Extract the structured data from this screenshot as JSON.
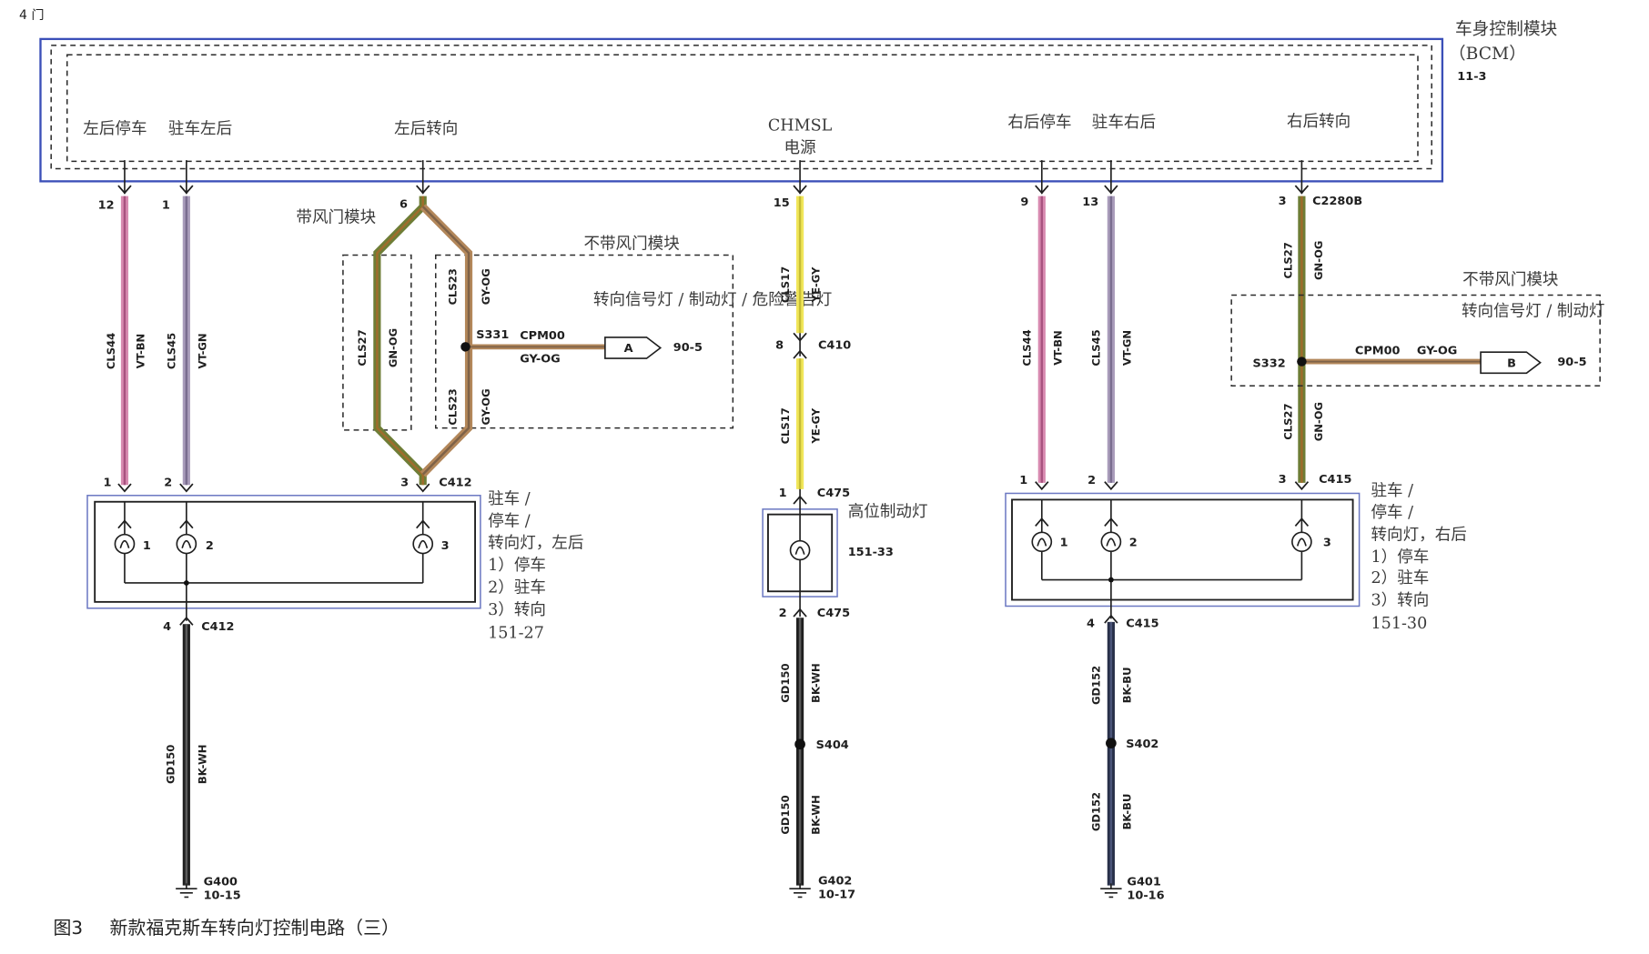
{
  "page_label": "4 门",
  "colors": {
    "bcm_border": "#3b4fb8",
    "lamp_box_border": "#6b78c2"
  },
  "wire_colors": {
    "VT-BN": {
      "base": "#d88ab0",
      "stripe": "#a8527f"
    },
    "VT-GN": {
      "base": "#a99cba",
      "stripe": "#7a6d8f"
    },
    "GN-OG": {
      "base": "#6e7d36",
      "stripe": "#a06c2c"
    },
    "GY-OG": {
      "base": "#b3875a",
      "stripe": "#7e6248"
    },
    "YE-GY": {
      "base": "#f1e65a",
      "stripe": "#c7bd35"
    },
    "BK-WH": {
      "base": "#1f1f1f",
      "stripe": "#5a5a5a"
    },
    "BK-BU": {
      "base": "#283049",
      "stripe": "#4b5579"
    }
  },
  "bcm": {
    "title": "车身控制模块",
    "abbr": "（BCM）",
    "ref": "11-3",
    "pin_lr_stop": "左后停车",
    "pin_lr_park": "驻车左后",
    "pin_lr_turn": "左后转向",
    "pin_chmsl": "CHMSL",
    "pin_chmsl_power": "电源",
    "pin_rr_stop": "右后停车",
    "pin_rr_park": "驻车右后",
    "pin_rr_turn": "右后转向"
  },
  "left": {
    "pin_stop": "12",
    "pin_park": "1",
    "pin_turn": "6",
    "wire_stop": {
      "circuit": "CLS44",
      "color": "VT-BN"
    },
    "wire_park": {
      "circuit": "CLS45",
      "color": "VT-GN"
    },
    "with_damper": "带风门模块",
    "without_damper": "不带风门模块",
    "damper_wire": {
      "circuit": "CLS27",
      "color": "GN-OG"
    },
    "turn_wire_upper": {
      "circuit": "CLS23",
      "color": "GY-OG"
    },
    "turn_wire_lower": {
      "circuit": "CLS23",
      "color": "GY-OG"
    },
    "splice": "S331",
    "branch_wire": {
      "circuit": "CPM00",
      "color": "GY-OG"
    },
    "branch_connector": "A",
    "branch_ref": "90-5",
    "branch_desc": "转向信号灯 / 制动灯 / 危险警告灯",
    "lamp": {
      "pins": [
        "1",
        "2",
        "3"
      ],
      "connector": "C412",
      "bulbs": [
        "1",
        "2",
        "3"
      ],
      "lines": [
        "驻车 /",
        "停车 /",
        "转向灯，左后",
        "1）停车",
        "2）驻车",
        "3）转向",
        "151-27"
      ]
    },
    "ground": {
      "pin": "4",
      "connector": "C412",
      "wire": {
        "circuit": "GD150",
        "color": "BK-WH"
      },
      "id": "G400",
      "ref": "10-15"
    }
  },
  "center": {
    "pin": "15",
    "wire_upper": {
      "circuit": "CLS17",
      "color": "YE-GY"
    },
    "inline_pin": "8",
    "inline_connector": "C410",
    "wire_lower": {
      "circuit": "CLS17",
      "color": "YE-GY"
    },
    "lamp_pin": "1",
    "lamp_connector": "C475",
    "lamp_name": "高位制动灯",
    "lamp_ref": "151-33",
    "ground_pin": "2",
    "ground_connector": "C475",
    "ground_wire_upper": {
      "circuit": "GD150",
      "color": "BK-WH"
    },
    "splice": "S404",
    "ground_wire_lower": {
      "circuit": "GD150",
      "color": "BK-WH"
    },
    "ground_id": "G402",
    "ground_ref": "10-17"
  },
  "right": {
    "pin_stop": "9",
    "pin_park": "13",
    "pin_turn": "3",
    "turn_connector": "C2280B",
    "wire_stop": {
      "circuit": "CLS44",
      "color": "VT-BN"
    },
    "wire_park": {
      "circuit": "CLS45",
      "color": "VT-GN"
    },
    "turn_wire_upper": {
      "circuit": "CLS27",
      "color": "GN-OG"
    },
    "turn_wire_lower": {
      "circuit": "CLS27",
      "color": "GN-OG"
    },
    "without_damper": "不带风门模块",
    "branch_desc": "转向信号灯 / 制动灯",
    "splice": "S332",
    "branch_wire": {
      "circuit": "CPM00",
      "color": "GY-OG"
    },
    "branch_connector": "B",
    "branch_ref": "90-5",
    "lamp": {
      "pins": [
        "1",
        "2",
        "3"
      ],
      "connector": "C415",
      "bulbs": [
        "1",
        "2",
        "3"
      ],
      "lines": [
        "驻车 /",
        "停车 /",
        "转向灯，右后",
        "1）停车",
        "2）驻车",
        "3）转向",
        "151-30"
      ]
    },
    "ground": {
      "pin": "4",
      "connector": "C415",
      "wire_upper": {
        "circuit": "GD152",
        "color": "BK-BU"
      },
      "splice": "S402",
      "wire_lower": {
        "circuit": "GD152",
        "color": "BK-BU"
      },
      "id": "G401",
      "ref": "10-16"
    }
  },
  "caption": {
    "fig_no": "图3",
    "title": "新款福克斯车转向灯控制电路（三）"
  }
}
